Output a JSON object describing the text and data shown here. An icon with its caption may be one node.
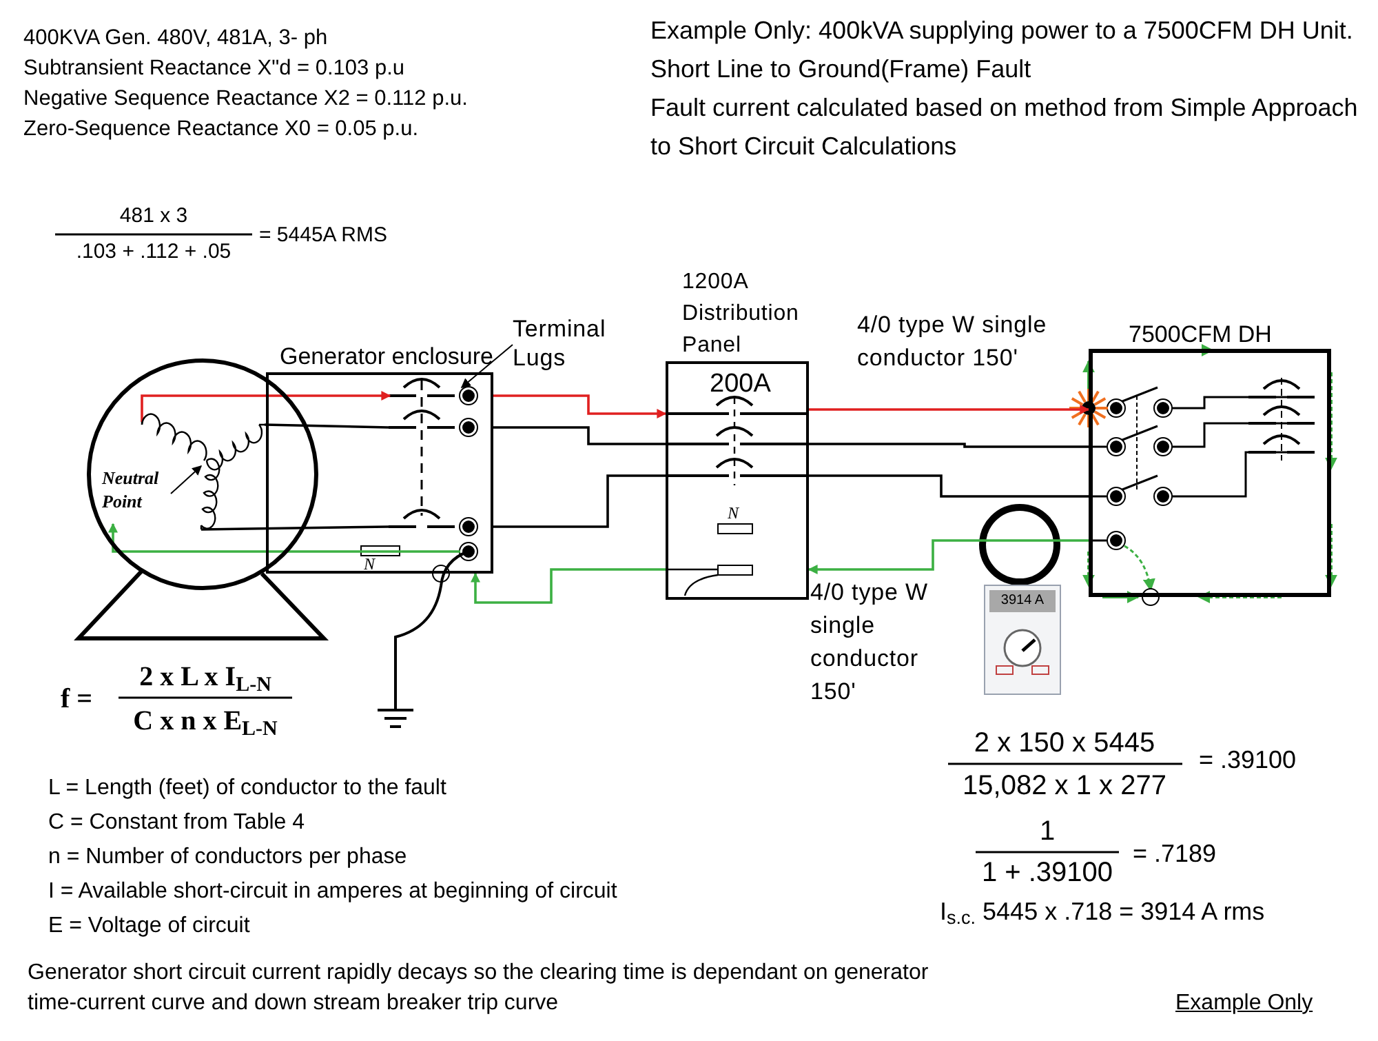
{
  "diagram": {
    "nodes": [
      {
        "text": [],
        "shape": "circle"
      },
      {
        "text": [
          "Neutral Point"
        ],
        "in": 0
      },
      {
        "text": [
          "Generator enclosure"
        ]
      },
      {
        "text": [
          "Terminal Lugs"
        ]
      },
      {
        "text": [
          "1200A Distribution Panel",
          "200A"
        ]
      },
      {
        "text": [
          "7500CFM DH"
        ]
      },
      {
        "text": [
          "3914 A"
        ]
      },
      {
        "text": [],
        "shape": "picture",
        "in": 0
      }
    ],
    "edges": [
      {
        "from": 1,
        "to": 0,
        "arrow": "to"
      },
      {
        "from": 3,
        "to": 2,
        "arrow": "to"
      },
      {
        "from": 2,
        "to": 4,
        "arrow": "to",
        "color": "#e02020"
      },
      {
        "from": 2,
        "to": 4,
        "arrow": "none"
      },
      {
        "from": 2,
        "to": 4,
        "arrow": "none"
      },
      {
        "from": 4,
        "to": 5,
        "arrow": "to",
        "color": "#e02020",
        "label": "4/0 type W single conductor 150'"
      },
      {
        "from": 4,
        "to": 5,
        "arrow": "none"
      },
      {
        "from": 4,
        "to": 5,
        "arrow": "none"
      },
      {
        "from": 5,
        "to": 4,
        "arrow": "to",
        "color": "#3cb043",
        "label": "4/0 type W single conductor 150'"
      },
      {
        "from": 4,
        "to": 2,
        "arrow": "to",
        "color": "#3cb043"
      },
      {
        "from": 7,
        "to": 2,
        "arrow": "to",
        "color": "#e02020"
      },
      {
        "from": 7,
        "to": 2,
        "arrow": "none"
      },
      {
        "from": 7,
        "to": 2,
        "arrow": "none"
      },
      {
        "from": 2,
        "to": 0,
        "arrow": "to",
        "color": "#3cb043"
      }
    ],
    "labels": [
      "400KVA Gen. 480V, 481A, 3- ph",
      "Subtransient Reactance X\"d = 0.103 p.u",
      "Negative Sequence Reactance X2 = 0.112 p.u.",
      "Zero-Sequence Reactance X0 = 0.05 p.u.",
      "Example Only: 400kVA supplying power to a 7500CFM DH Unit. Short Line to Ground(Frame) Fault",
      "Fault current calculated based on method from Simple Approach to Short Circuit Calculations",
      "481 x 3",
      ".103 + .112 + .05",
      "= 5445A RMS",
      "N",
      "N",
      "f =",
      "2 x L x I$_{L-N}$",
      "C x n x E$_{L-N}$",
      "2 x 150 x 5445",
      "15,082 x 1 x 277",
      "= .39100",
      "1",
      "1 + .39100",
      "= .7189",
      "I$_{s.c.}$ 5445 x .718 = 3914 A rms",
      "L = Length (feet) of conductor to the fault",
      "C = Constant from Table 4",
      "n = Number of conductors per phase",
      "I = Available short-circuit in amperes at beginning of circuit",
      "E = Voltage of circuit",
      "Generator short circuit current rapidly decays so the clearing time is dependant on generator time-current curve and down stream breaker trip curve",
      "Example Only"
    ]
  }
}
